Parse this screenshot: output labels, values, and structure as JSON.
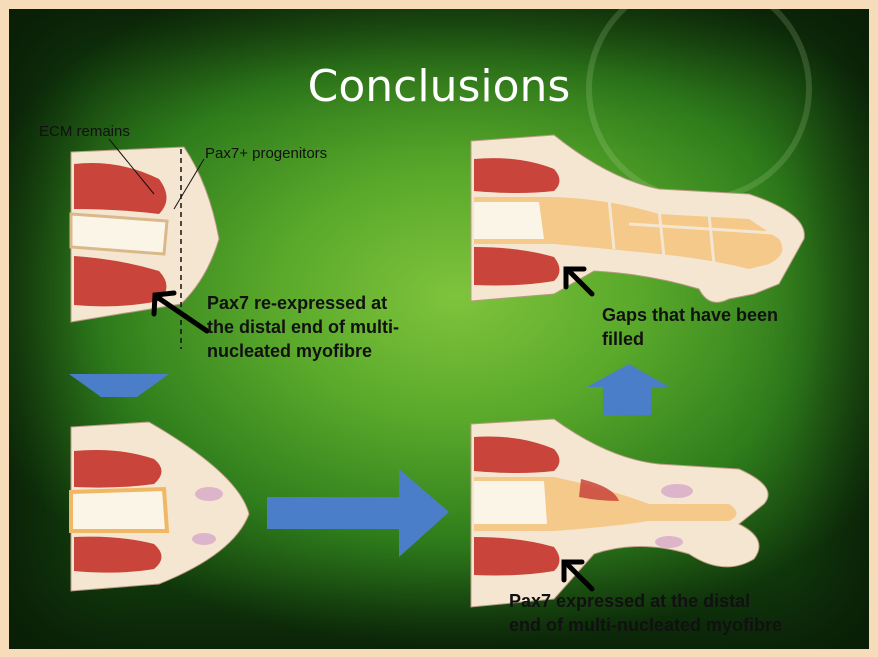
{
  "title": "Conclusions",
  "labels": {
    "ecm": "ECM remains",
    "pax7_progenitors": "Pax7+ progenitors",
    "reexpressed": [
      "Pax7 re-expressed at",
      "the distal end of multi-",
      "nucleated myofibre"
    ],
    "gaps": [
      "Gaps that have been",
      "filled"
    ],
    "expressed": [
      "Pax7 expressed at the distal",
      "end of multi-nucleated myofibre"
    ]
  },
  "colors": {
    "background": "#5aa92b",
    "frame": "#f7dcb9",
    "arrow_blue": "#4a7ec9",
    "muscle": "#c9443a",
    "tissue": "#f4e6d0",
    "cartilage": "#f5c98a"
  }
}
